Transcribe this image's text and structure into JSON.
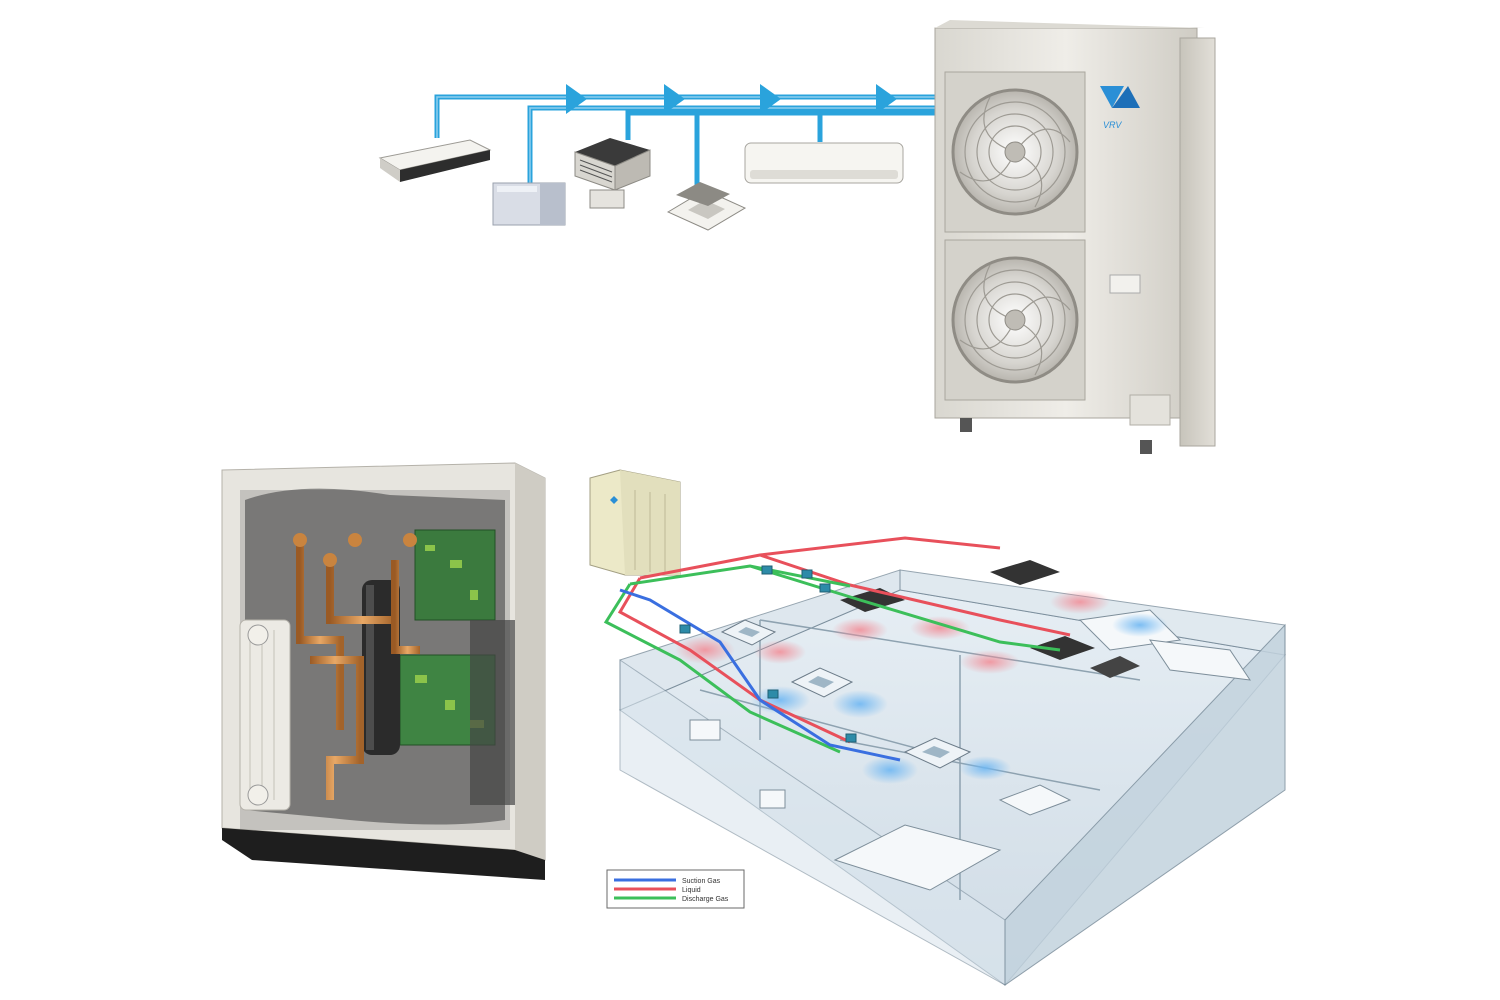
{
  "brand": {
    "logo": "daikin-logo-icon",
    "badge": "VRV"
  },
  "colors": {
    "pipe_blue": "#2aa3dc",
    "refrigerant_red": "#e8505b",
    "refrigerant_green": "#3cbf5a",
    "refrigerant_blue": "#3a6fe0",
    "unit_body": "#e9e7e1",
    "copper": "#c9843f"
  },
  "legend": {
    "items": [
      {
        "label": "Suction Gas",
        "color": "#3a6fe0"
      },
      {
        "label": "Liquid",
        "color": "#e8505b"
      },
      {
        "label": "Discharge Gas",
        "color": "#3cbf5a"
      }
    ]
  },
  "icons": {
    "outdoor_unit": "outdoor-unit-icon",
    "fan": "fan-icon",
    "ceiling_suspended": "ceiling-suspended-unit-icon",
    "floor_standing": "floor-standing-unit-icon",
    "ducted": "ducted-unit-icon",
    "cassette": "cassette-unit-icon",
    "wall_mounted": "wall-mounted-unit-icon",
    "heat_recovery": "heat-recovery-unit-icon",
    "building": "building-cutaway-icon",
    "arrow": "flow-arrow-icon"
  }
}
